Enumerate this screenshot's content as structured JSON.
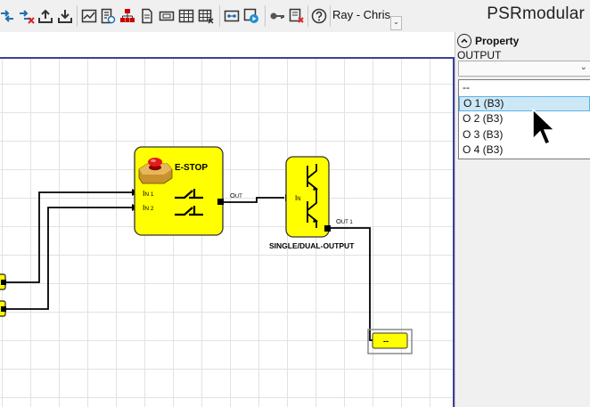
{
  "toolbar": {
    "user": "Ray - Chris",
    "user_dropdown_glyph": "⌄",
    "app_title": "PSRmodular",
    "icons": [
      "connect-icon",
      "disconnect-icon",
      "upload-icon",
      "download-icon",
      "monitor-icon",
      "report-icon",
      "network-icon",
      "document-icon",
      "module-icon",
      "table-icon",
      "table-edit-icon",
      "switch-icon",
      "simulate-icon",
      "key-icon",
      "user-delete-icon",
      "help-icon"
    ]
  },
  "property_panel": {
    "title": "Property",
    "field_label": "OUTPUT",
    "combo_value": "",
    "options": [
      "--",
      "O 1 (B3)",
      "O 2 (B3)",
      "O 3 (B3)",
      "O 4 (B3)"
    ],
    "selected_index": 1
  },
  "diagram": {
    "estop": {
      "title": "E-STOP",
      "in1_main": "I",
      "in1_rest": "N 1",
      "in2_main": "I",
      "in2_rest": "N 2",
      "out_main": "O",
      "out_rest": "UT"
    },
    "output_block": {
      "label": "SINGLE/DUAL-OUTPUT",
      "in_main": "I",
      "in_rest": "N",
      "out_main": "O",
      "out_rest": "UT 1"
    },
    "terminal": {
      "label": "--"
    }
  },
  "colors": {
    "block_yellow": "#ffff00",
    "canvas_border": "#3d3f9d",
    "selection": "#cce8f7"
  }
}
